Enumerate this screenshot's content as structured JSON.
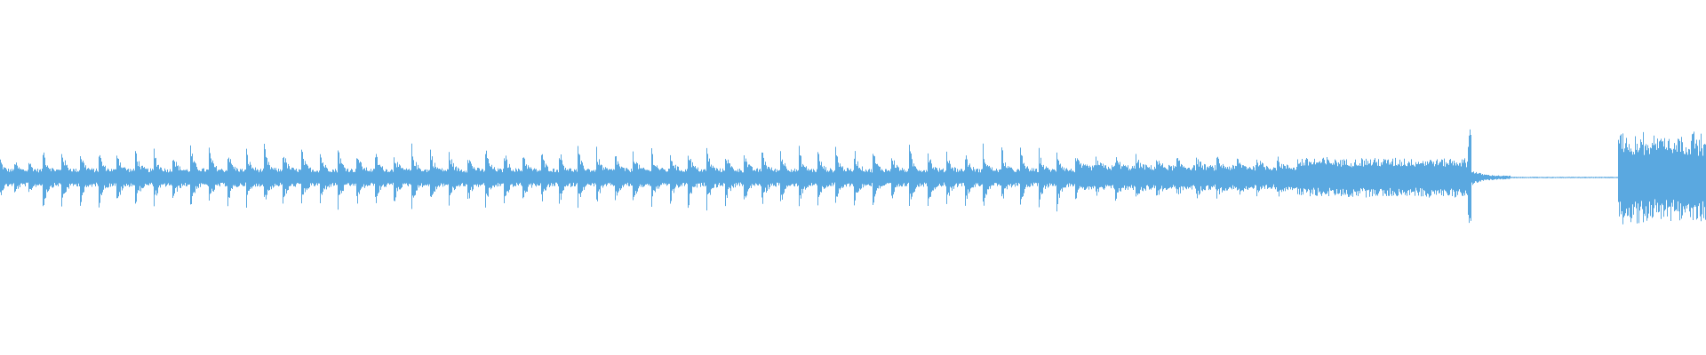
{
  "waveform": {
    "color": "#5aa8e0",
    "background": "#ffffff",
    "segments": [
      {
        "kind": "bursts",
        "start": 0.0,
        "end": 0.025,
        "count": 3,
        "peak": 0.12,
        "floor": 0.05
      },
      {
        "kind": "bursts",
        "start": 0.025,
        "end": 0.63,
        "count": 56,
        "peak": 0.2,
        "floor": 0.05
      },
      {
        "kind": "bursts",
        "start": 0.63,
        "end": 0.76,
        "count": 11,
        "peak": 0.14,
        "floor": 0.07
      },
      {
        "kind": "dense",
        "start": 0.76,
        "end": 0.86,
        "peak": 0.12,
        "floor": 0.08
      },
      {
        "kind": "swell",
        "start": 0.86,
        "end": 0.862,
        "peak": 0.3
      },
      {
        "kind": "decay",
        "start": 0.862,
        "end": 0.885,
        "peak": 0.05,
        "floor": 0.01
      },
      {
        "kind": "silence",
        "start": 0.885,
        "end": 0.948,
        "peak": 0.004
      },
      {
        "kind": "loud",
        "start": 0.948,
        "end": 1.0,
        "peak": 0.27,
        "floor": 0.16
      }
    ]
  }
}
